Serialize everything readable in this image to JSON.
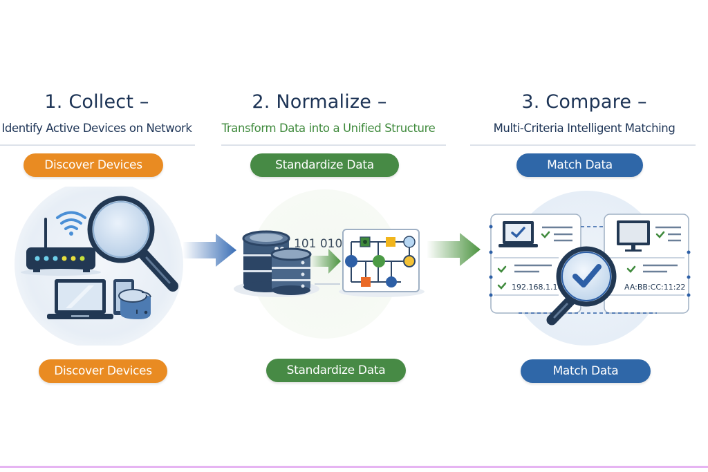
{
  "steps": [
    {
      "title": "1. Collect –",
      "subtitle": "Identify Active Devices on Network",
      "action_label": "Discover Devices",
      "accent": "#e98b22"
    },
    {
      "title": "2. Normalize –",
      "subtitle": "Transform Data into a Unified Structure",
      "action_label": "Standardize Data",
      "accent": "#478a45"
    },
    {
      "title": "3. Compare –",
      "subtitle": "Multi-Criteria Intelligent Matching",
      "action_label": "Match Data",
      "accent": "#2f67a8"
    }
  ],
  "normalize": {
    "binary_text": "101 010"
  },
  "compare": {
    "ip_address": "192.168.1.10",
    "mac_address": "AA:BB:CC:11:22"
  },
  "colors": {
    "title": "#1c3355",
    "subtitle_green": "#3f8a3c",
    "arrow_blue": "#3b6fb6",
    "arrow_green": "#4d9441",
    "bottom_rule": "#e6b4f2"
  }
}
